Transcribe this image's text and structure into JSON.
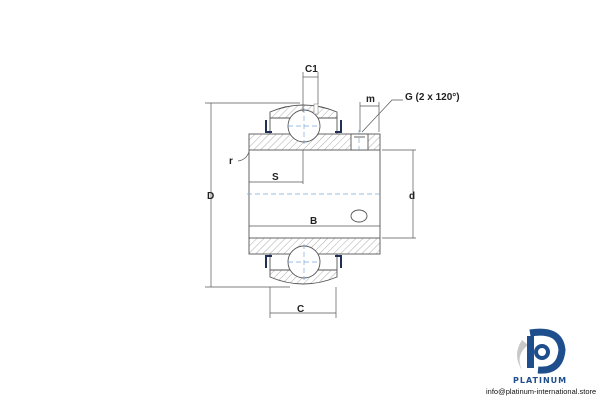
{
  "drawing": {
    "labels": {
      "C1": "C1",
      "m": "m",
      "G": "G (2 x 120°)",
      "r": "r",
      "S": "S",
      "D": "D",
      "d": "d",
      "B": "B",
      "C": "C"
    }
  },
  "logo": {
    "brand": "PLATINUM",
    "email": "info@platinum-international.store",
    "colors": {
      "primary": "#1f4e8c",
      "secondary": "#c8c8c8"
    }
  }
}
